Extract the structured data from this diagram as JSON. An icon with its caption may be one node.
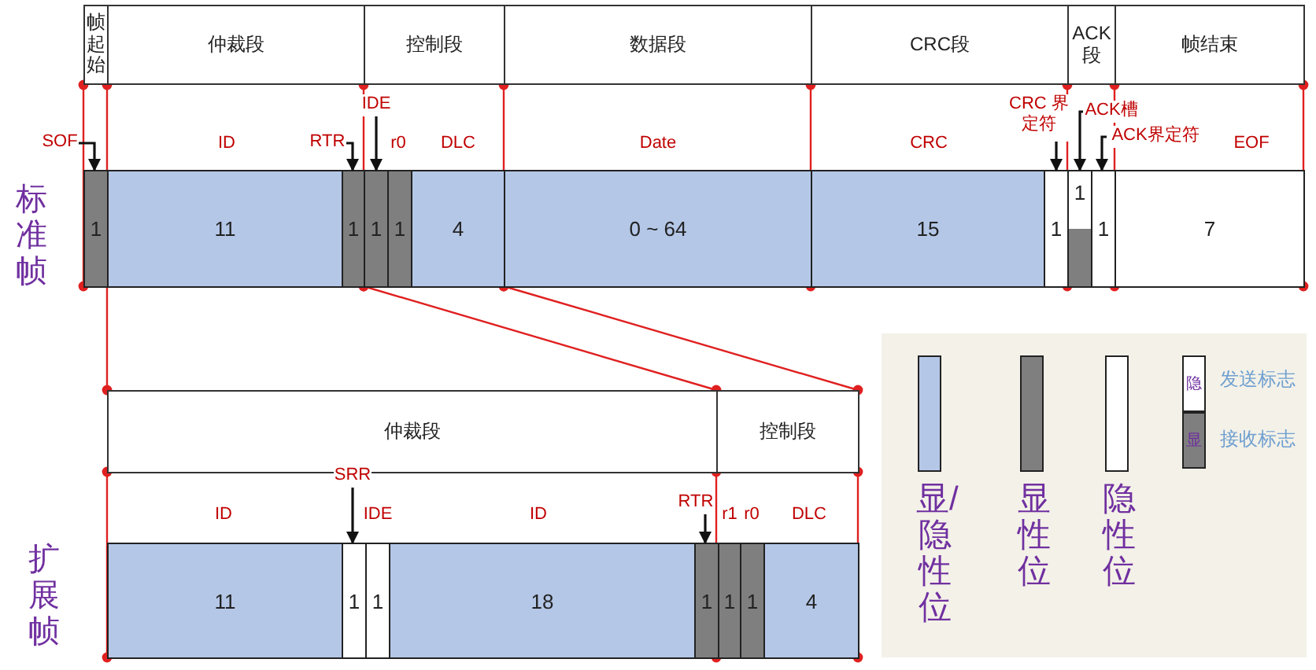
{
  "diagram": {
    "nodes": [
      {
        "text": [
          "帧起始"
        ]
      },
      {
        "text": [
          "仲裁段"
        ]
      },
      {
        "text": [
          "控制段"
        ]
      },
      {
        "text": [
          "数据段"
        ]
      },
      {
        "text": [
          "CRC段"
        ]
      },
      {
        "text": [
          "ACK段"
        ]
      },
      {
        "text": [
          "帧结束"
        ]
      },
      {
        "text": [
          "SOF"
        ]
      },
      {
        "text": [
          "RTR"
        ]
      },
      {
        "text": [
          "IDE"
        ]
      },
      {
        "text": [
          "CRC 界定符"
        ]
      },
      {
        "text": [
          "ACK槽"
        ]
      },
      {
        "text": [
          "ACK界定符"
        ]
      },
      {
        "text": [
          "1"
        ]
      },
      {
        "text": [
          "11"
        ]
      },
      {
        "text": [
          "1"
        ]
      },
      {
        "text": [
          "1"
        ]
      },
      {
        "text": [
          "1"
        ]
      },
      {
        "text": [
          "4"
        ]
      },
      {
        "text": [
          "0 ~ 64"
        ]
      },
      {
        "text": [
          "15"
        ]
      },
      {
        "text": [
          "1"
        ]
      },
      {
        "text": [
          "1"
        ]
      },
      {
        "text": [
          "1"
        ]
      },
      {
        "text": [
          "7"
        ]
      },
      {
        "text": [
          "仲裁段"
        ]
      },
      {
        "text": [
          "控制段"
        ]
      },
      {
        "text": [
          "SRR"
        ]
      },
      {
        "text": [
          "RTR"
        ]
      },
      {
        "text": [
          "11"
        ]
      },
      {
        "text": [
          "1"
        ]
      },
      {
        "text": [
          "1"
        ]
      },
      {
        "text": [
          "18"
        ]
      },
      {
        "text": [
          "1"
        ]
      },
      {
        "text": [
          "1"
        ]
      },
      {
        "text": [
          "1"
        ]
      },
      {
        "text": [
          "4"
        ]
      }
    ],
    "edges": [
      {
        "from": 7,
        "to": 13,
        "arrow": "to"
      },
      {
        "from": 8,
        "to": 15,
        "arrow": "to"
      },
      {
        "from": 9,
        "to": 16,
        "arrow": "to"
      },
      {
        "from": 10,
        "to": 21,
        "arrow": "to"
      },
      {
        "from": 11,
        "to": 22,
        "arrow": "to"
      },
      {
        "from": 12,
        "to": 23,
        "arrow": "to"
      },
      {
        "from": 27,
        "to": 30,
        "arrow": "to"
      },
      {
        "from": 28,
        "to": 33,
        "arrow": "to"
      }
    ],
    "labels": [
      "ID",
      "r0",
      "DLC",
      "Date",
      "CRC",
      "EOF",
      "标准帧",
      "ID",
      "IDE",
      "ID",
      "r1",
      "r0",
      "DLC",
      "扩展帧",
      "隐",
      "显"
    ],
    "legend": [
      {
        "text": "显/隐性位",
        "color": "#b4c7e7"
      },
      {
        "text": "显性位",
        "color": "#7f7f7f"
      },
      {
        "text": "隐性位",
        "color": "#ffffff"
      },
      {
        "text": "发送标志",
        "color": "#ffffff"
      },
      {
        "text": "接收标志",
        "color": "#7f7f7f"
      }
    ]
  }
}
